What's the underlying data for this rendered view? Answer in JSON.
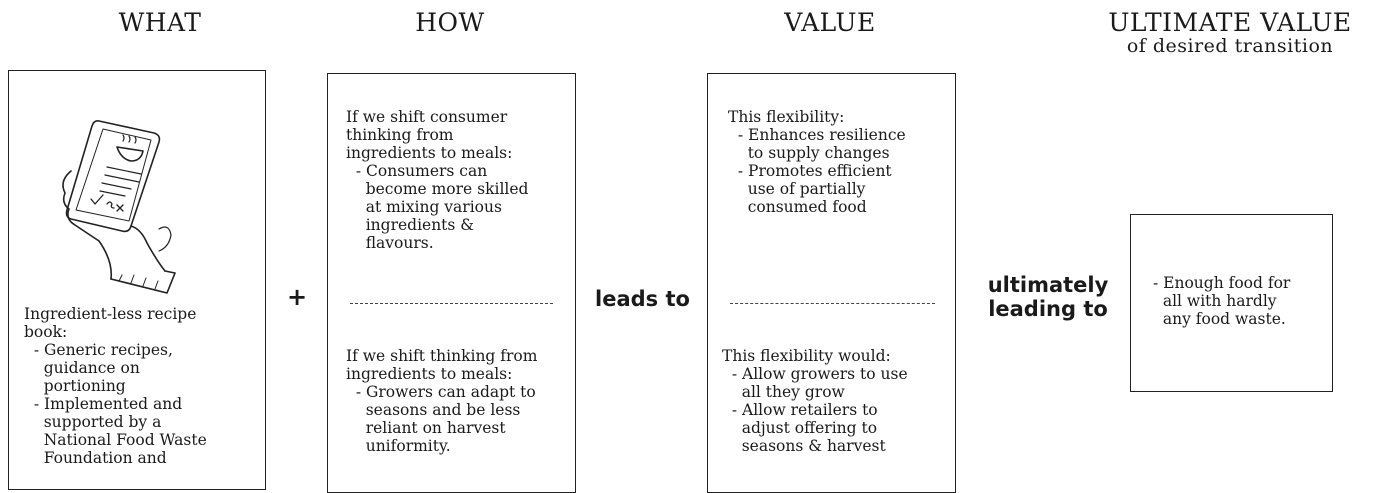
{
  "headers": {
    "what": "WHAT",
    "how": "HOW",
    "value": "VALUE",
    "ultimate": "ULTIMATE VALUE",
    "ultimate_sub": "of desired transition"
  },
  "what_box": {
    "illustration": "hand-holding-phone-recipe-illustration",
    "text": "Ingredient-less recipe\nbook:\n  - Generic recipes,\n    guidance on\n    portioning\n  - Implemented and\n    supported by a\n    National Food Waste\n    Foundation and"
  },
  "connectors": {
    "plus": "+",
    "leads_to": "leads to",
    "ultimately_leading_to": "ultimately\nleading to"
  },
  "how_box": {
    "top": "If we shift consumer\nthinking from\ningredients to meals:\n  - Consumers can\n    become more skilled\n    at mixing various\n    ingredients &\n    flavours.",
    "bottom": "If we shift thinking from\ningredients to meals:\n  - Growers can adapt to\n    seasons and be less\n    reliant on harvest\n    uniformity."
  },
  "value_box": {
    "top": "This flexibility:\n  - Enhances resilience\n    to supply changes\n  - Promotes efficient\n    use of partially\n    consumed food",
    "bottom": "This flexibility would:\n  - Allow growers to use\n    all they grow\n  - Allow retailers to\n    adjust offering to\n    seasons & harvest"
  },
  "ultimate_box": {
    "text": "- Enough food for\n  all with hardly\n  any food waste."
  }
}
